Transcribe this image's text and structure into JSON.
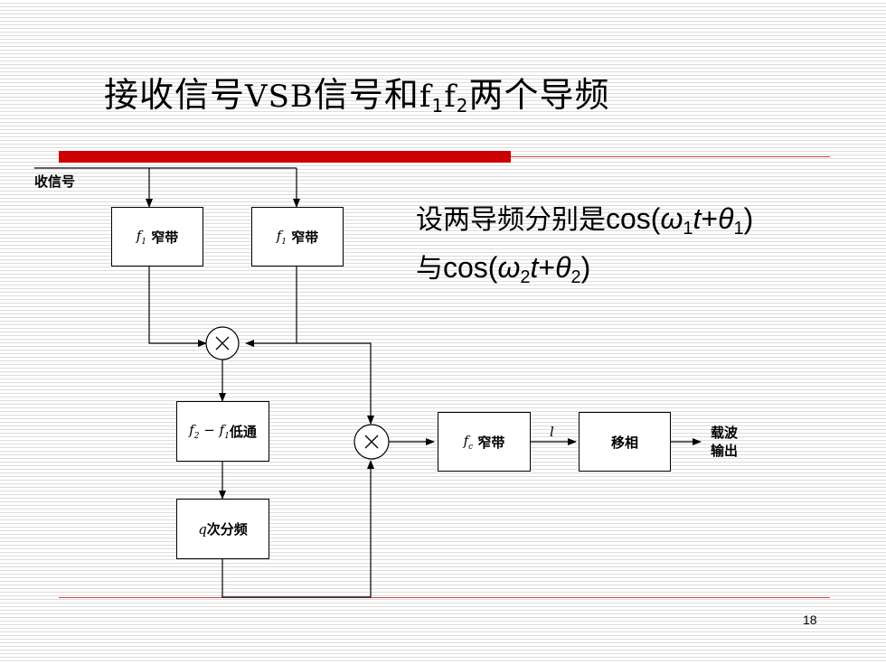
{
  "slide": {
    "title_part1": "接收信号",
    "title_vsb": "VSB",
    "title_part2": "信号和",
    "title_f": "f",
    "title_sub1": "1",
    "title_f2": "f",
    "title_sub2": "2",
    "title_part3": "两个导频",
    "page_number": "18"
  },
  "note": {
    "line1_text": "设两导频分别是",
    "line1_math_open": "cos(",
    "omega": "ω",
    "sub1": "1",
    "t": "t",
    "plus": "+",
    "theta": "θ",
    "close": ")",
    "line2_text": "与",
    "sub2": "2"
  },
  "diagram": {
    "input_label": "收信号",
    "f": "f",
    "sub_1": "1",
    "sub_2": "2",
    "sub_c": "c",
    "narrowband": "窄带",
    "minus": " − ",
    "lowpass": "低通",
    "q": "q",
    "divider": "次分频",
    "phase_shift": "移相",
    "signal_l": "l",
    "output_line1": "载波",
    "output_line2": "输出",
    "multiply_symbol": "×"
  },
  "colors": {
    "accent_red": "#cc0000",
    "rule_red": "#cc4444"
  }
}
